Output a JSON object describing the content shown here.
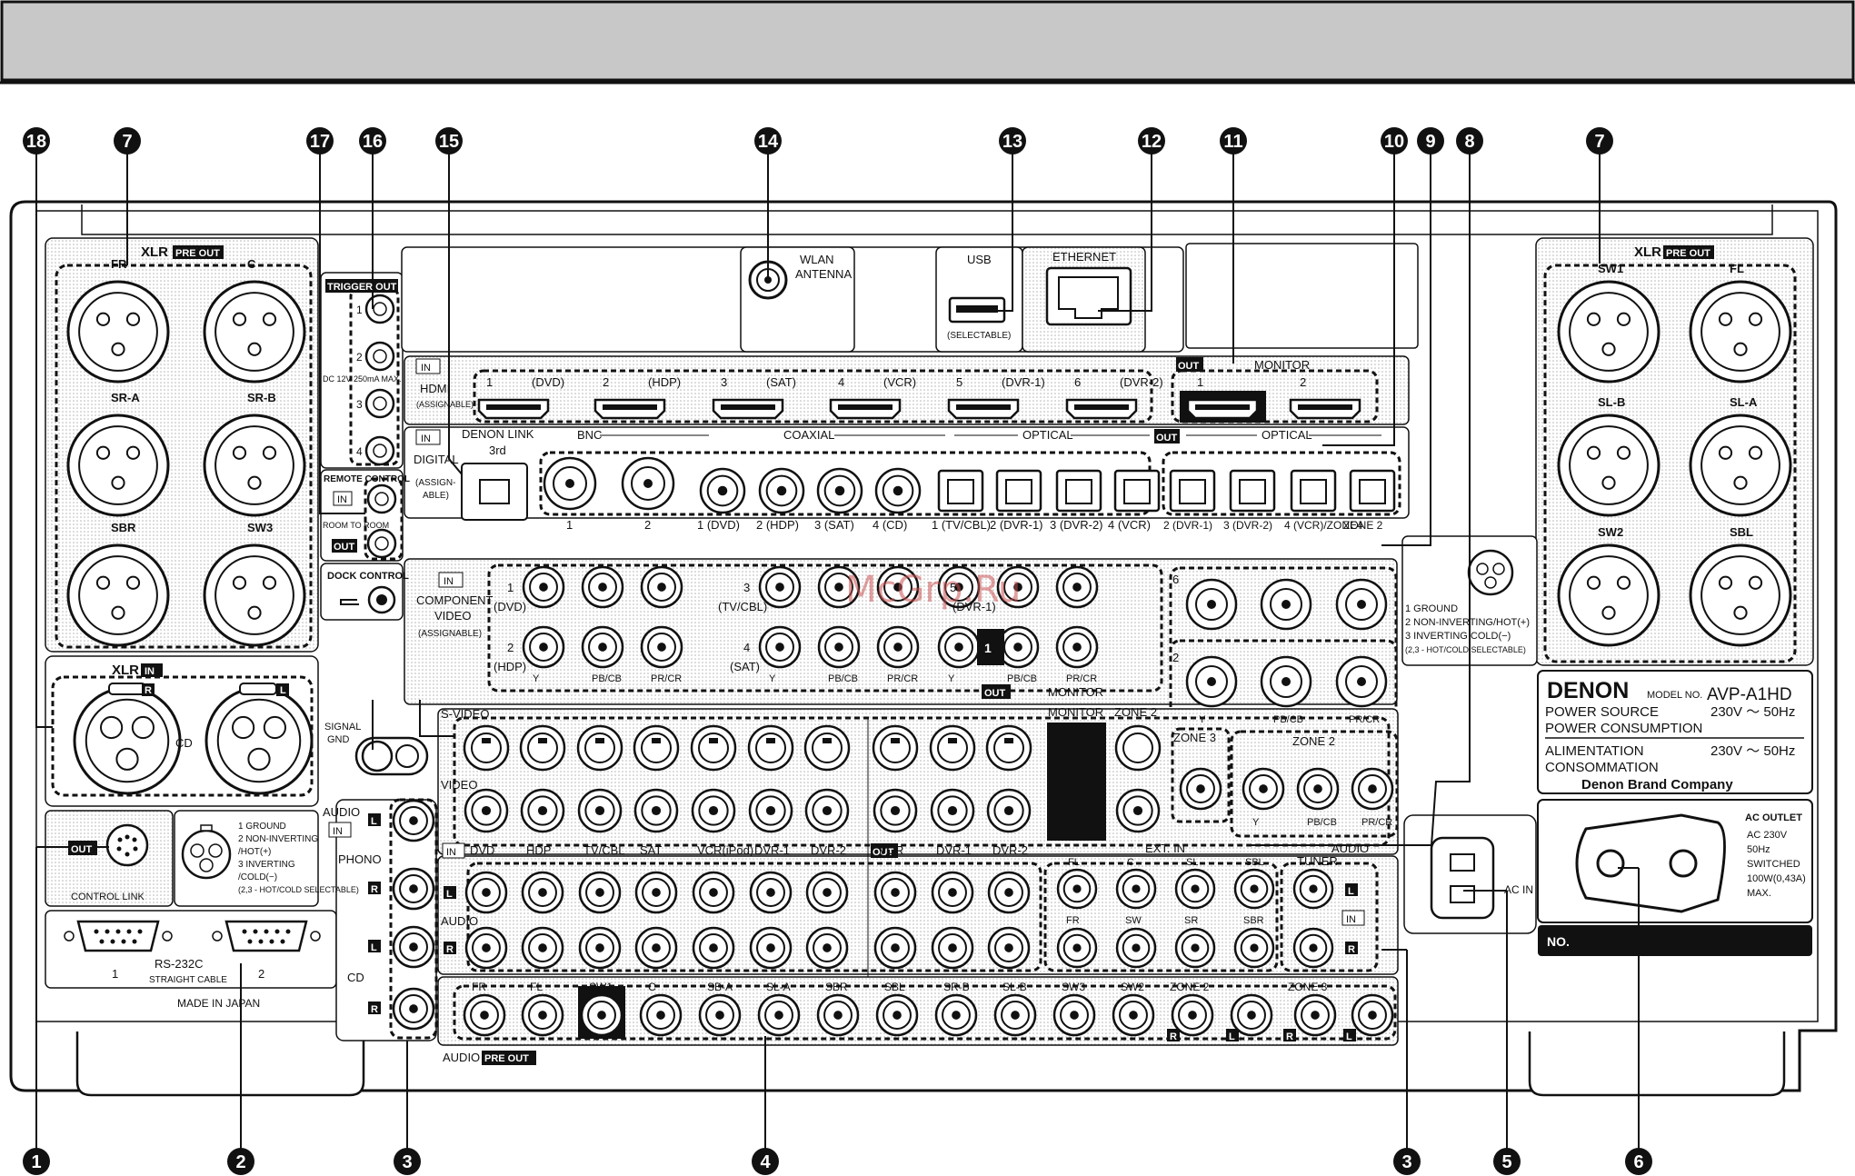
{
  "watermark": "McGrp.Ru",
  "callouts_top": [
    "18",
    "7",
    "17",
    "16",
    "15",
    "14",
    "13",
    "12",
    "11",
    "10",
    "9",
    "8",
    "7"
  ],
  "callouts_bottom": [
    "1",
    "2",
    "3",
    "4",
    "3",
    "5",
    "6"
  ],
  "xlr_left": {
    "title": "XLR",
    "tag": "PRE OUT",
    "channels": [
      "FR",
      "C",
      "SR-A",
      "SR-B",
      "SBR",
      "SW3"
    ]
  },
  "xlr_right": {
    "title": "XLR",
    "tag": "PRE OUT",
    "channels": [
      "SW1",
      "FL",
      "SL-B",
      "SL-A",
      "SW2",
      "SBL"
    ]
  },
  "xlr_in": {
    "title": "XLR",
    "tag": "IN",
    "r": "R",
    "l": "L",
    "cd": "CD"
  },
  "trigger": {
    "title": "TRIGGER OUT",
    "nums": [
      "1",
      "2",
      "3",
      "4"
    ],
    "spec": "DC 12V 250mA MAX."
  },
  "remote": {
    "title": "REMOTE CONTROL",
    "in": "IN",
    "out": "OUT",
    "room": "ROOM TO ROOM"
  },
  "dock": "DOCK CONTROL",
  "signal_gnd": {
    "a": "SIGNAL",
    "b": "GND"
  },
  "wlan": {
    "a": "WLAN",
    "b": "ANTENNA"
  },
  "usb": {
    "title": "USB",
    "sub": "(SELECTABLE)"
  },
  "ethernet": "ETHERNET",
  "hdmi": {
    "in": "IN",
    "label": "HDMI",
    "assign": "(ASSIGNABLE)",
    "inputs": [
      "1",
      "(DVD)",
      "2",
      "(HDP)",
      "3",
      "(SAT)",
      "4",
      "(VCR)",
      "5",
      "(DVR-1)",
      "6",
      "(DVR-2)"
    ],
    "out": "OUT",
    "monitor": "MONITOR",
    "outs": [
      "1",
      "2"
    ]
  },
  "digital": {
    "in": "IN",
    "label": "DIGITAL",
    "assign_a": "(ASSIGN-",
    "assign_b": "ABLE)",
    "denon_link": "DENON LINK",
    "third": "3rd",
    "bnc": "BNC",
    "coaxial": "COAXIAL",
    "optical": "OPTICAL",
    "out": "OUT",
    "optical_out": "OPTICAL",
    "jacks": [
      "1",
      "2",
      "1 (DVD)",
      "2 (HDP)",
      "3 (SAT)",
      "4 (CD)",
      "1 (TV/CBL)",
      "2 (DVR-1)",
      "3 (DVR-2)",
      "4 (VCR)",
      "2 (DVR-1)",
      "3 (DVR-2)",
      "4 (VCR)/ZONE4",
      "ZONE 2"
    ]
  },
  "component": {
    "in": "IN",
    "title_a": "COMPONENT",
    "title_b": "VIDEO",
    "assign": "(ASSIGNABLE)",
    "groups": [
      "1",
      "(DVD)",
      "2",
      "(HDP)",
      "3",
      "(TV/CBL)",
      "4",
      "(SAT)",
      "5",
      "(DVR-1)",
      "6"
    ],
    "ycbcr": [
      "Y",
      "PB/CB",
      "PR/CR"
    ],
    "out": "OUT",
    "monitor": "MONITOR",
    "one": "1",
    "two": "2",
    "zone2": "ZONE 2"
  },
  "svideo": {
    "svideo": "S-VIDEO",
    "video": "VIDEO",
    "in": "IN",
    "out": "OUT",
    "monitor": "MONITOR",
    "zone2": "ZONE 2",
    "zone3": "ZONE 3",
    "inputs": [
      "DVD",
      "HDP",
      "TV/CBL",
      "SAT",
      "VCR(iPod)",
      "DVR-1",
      "DVR-2"
    ],
    "outputs": [
      "VCR",
      "DVR-1",
      "DVR-2"
    ]
  },
  "audio": {
    "audio": "AUDIO",
    "in": "IN",
    "phono": "PHONO",
    "cd": "CD",
    "l": "L",
    "r": "R",
    "ext_in": "EXT. IN",
    "ext_top": [
      "FL",
      "C",
      "SL",
      "SBL"
    ],
    "ext_bot": [
      "FR",
      "SW",
      "SR",
      "SBR"
    ],
    "tuner": "TUNER",
    "audio_label": "AUDIO"
  },
  "preout": {
    "audio": "AUDIO",
    "tag": "PRE OUT",
    "channels": [
      "FR",
      "FL",
      "SW1",
      "C",
      "SB-A",
      "SL-A",
      "SBR",
      "SBL",
      "SR-B",
      "SL-B",
      "SW3",
      "SW2",
      "ZONE 2",
      "ZONE 3"
    ]
  },
  "control_link": {
    "out": "OUT",
    "label": "CONTROL LINK"
  },
  "pins": [
    "1  GROUND",
    "2  NON-INVERTING",
    "     /HOT(+)",
    "3  INVERTING",
    "     /COLD(−)",
    "(2,3 - HOT/COLD SELECTABLE)"
  ],
  "pins_right": [
    "1  GROUND",
    "2  NON-INVERTING/HOT(+)",
    "3  INVERTING  COLD(−)",
    "(2,3 - HOT/COLD SELECTABLE)"
  ],
  "rs232c": {
    "title": "RS-232C",
    "sub": "STRAIGHT CABLE",
    "a": "1",
    "b": "2",
    "made": "MADE IN JAPAN"
  },
  "nameplate": {
    "brand": "DENON",
    "model_no": "MODEL NO.",
    "model": "AVP-A1HD",
    "power_source": "POWER SOURCE",
    "power_cons": "POWER CONSUMPTION",
    "volt1": "230V 〜 50Hz",
    "alim": "ALIMENTATION",
    "conso": "CONSOMMATION",
    "volt2": "230V 〜 50Hz",
    "company": "Denon Brand Company"
  },
  "ac_outlet": {
    "title": "AC OUTLET",
    "spec": [
      "AC 230V",
      "50Hz",
      "SWITCHED",
      "100W(0,43A)",
      "MAX."
    ]
  },
  "ac_in": "AC IN",
  "serial": "NO."
}
